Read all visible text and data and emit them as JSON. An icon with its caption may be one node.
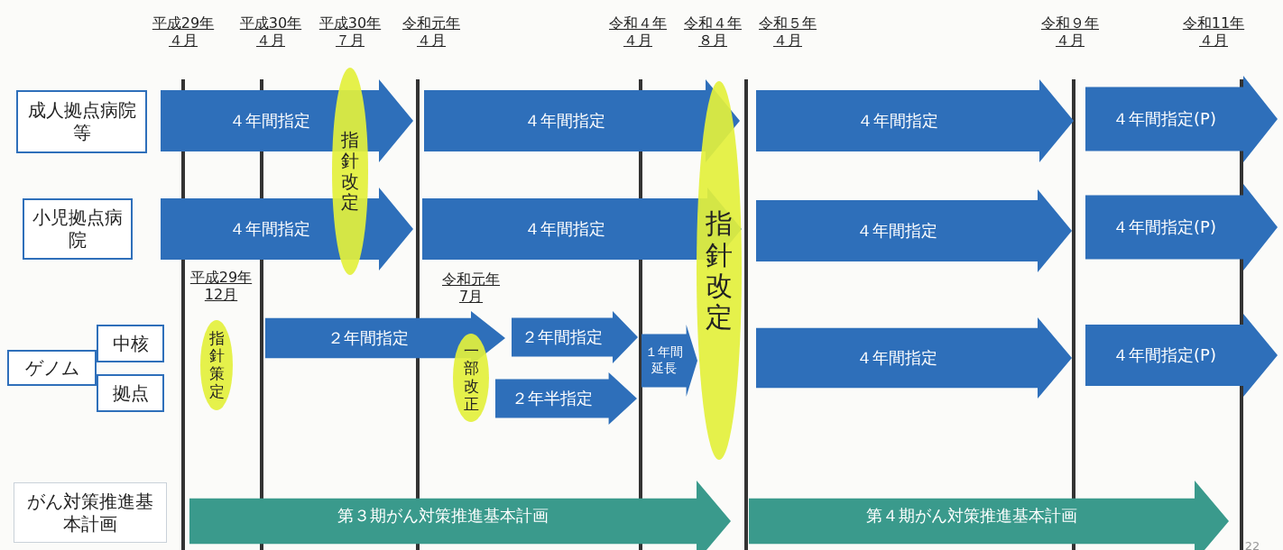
{
  "diagram": {
    "nodes": [
      {
        "text": [
          "成人拠点病院等"
        ]
      },
      {
        "text": [
          "４年間指定"
        ]
      },
      {
        "text": [
          "指針改定"
        ]
      },
      {
        "text": [
          "４年間指定"
        ]
      },
      {
        "text": [
          "指針改定"
        ]
      },
      {
        "text": [
          "４年間指定"
        ]
      },
      {
        "text": [
          "４年間指定(P)"
        ]
      },
      {
        "text": [
          "小児拠点病院"
        ]
      },
      {
        "text": [
          "４年間指定"
        ]
      },
      {
        "text": [
          "４年間指定"
        ]
      },
      {
        "text": [
          "４年間指定"
        ]
      },
      {
        "text": [
          "４年間指定(P)"
        ]
      },
      {
        "text": [
          "ゲノム"
        ]
      },
      {
        "text": [
          "中核"
        ]
      },
      {
        "text": [
          "拠点"
        ]
      },
      {
        "text": [
          "指針策定"
        ]
      },
      {
        "text": [
          "２年間指定"
        ]
      },
      {
        "text": [
          "一部改正"
        ]
      },
      {
        "text": [
          "２年間指定"
        ]
      },
      {
        "text": [
          "２年半指定"
        ]
      },
      {
        "text": [
          "１年間延長"
        ]
      },
      {
        "text": [
          "４年間指定"
        ]
      },
      {
        "text": [
          "４年間指定(P)"
        ]
      },
      {
        "text": [
          "がん対策推進基本計画"
        ]
      },
      {
        "text": [
          "第３期がん対策推進基本計画"
        ]
      },
      {
        "text": [
          "第４期がん対策推進基本計画"
        ]
      }
    ],
    "labels": [
      "平成29年４月",
      "平成30年４月",
      "平成30年７月",
      "令和元年４月",
      "令和４年４月",
      "令和４年８月",
      "令和５年４月",
      "令和９年４月",
      "令和11年４月",
      "平成29年12月",
      "令和元年7月",
      "22"
    ]
  }
}
